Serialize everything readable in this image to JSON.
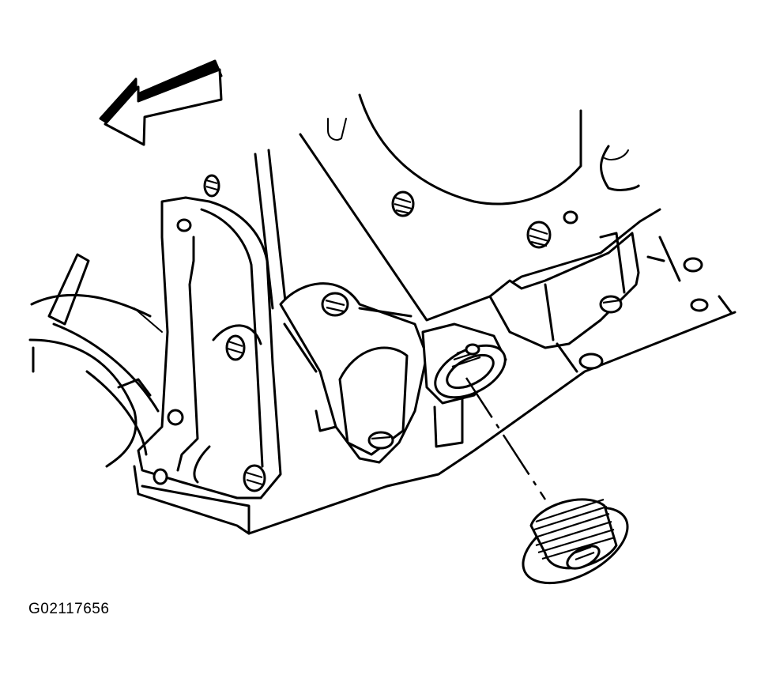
{
  "figure": {
    "id_label": "G02117656"
  },
  "parts": {
    "direction_arrow": "arrow-left-icon",
    "engine_block": "engine-block",
    "plug": "threaded-plug"
  }
}
